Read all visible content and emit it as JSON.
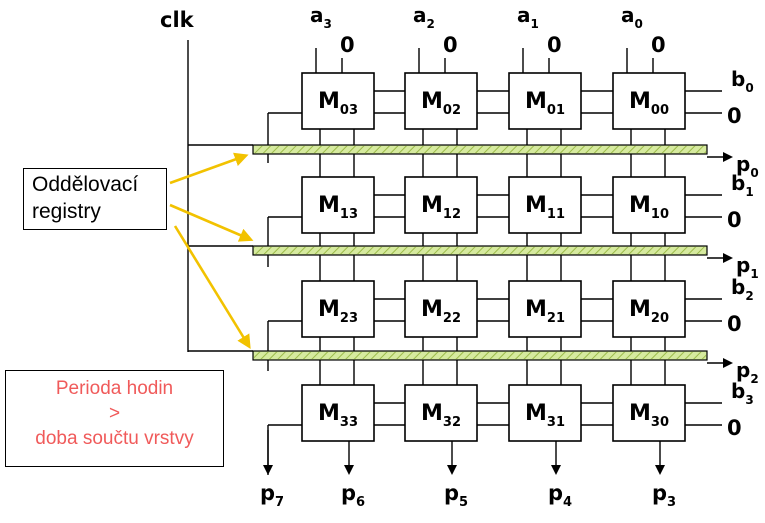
{
  "clock_label": "clk",
  "callout_lines": [
    "Oddělovací",
    "registry"
  ],
  "note_lines": [
    "Perioda hodin",
    ">",
    "doba součtu vrstvy"
  ],
  "a_inputs": [
    {
      "name": "a",
      "sub": "3",
      "zero": "0"
    },
    {
      "name": "a",
      "sub": "2",
      "zero": "0"
    },
    {
      "name": "a",
      "sub": "1",
      "zero": "0"
    },
    {
      "name": "a",
      "sub": "0",
      "zero": "0"
    }
  ],
  "rows": [
    {
      "b_name": "b",
      "b_sub": "0",
      "zero": "0",
      "cells": [
        "03",
        "02",
        "01",
        "00"
      ],
      "p_name": "p",
      "p_sub": "0"
    },
    {
      "b_name": "b",
      "b_sub": "1",
      "zero": "0",
      "cells": [
        "13",
        "12",
        "11",
        "10"
      ],
      "p_name": "p",
      "p_sub": "1"
    },
    {
      "b_name": "b",
      "b_sub": "2",
      "zero": "0",
      "cells": [
        "23",
        "22",
        "21",
        "20"
      ],
      "p_name": "p",
      "p_sub": "2"
    },
    {
      "b_name": "b",
      "b_sub": "3",
      "zero": "0",
      "cells": [
        "33",
        "32",
        "31",
        "30"
      ],
      "p_name": null,
      "p_sub": null
    }
  ],
  "cell_letter": "M",
  "bottom_outputs": [
    {
      "name": "p",
      "sub": "7"
    },
    {
      "name": "p",
      "sub": "6"
    },
    {
      "name": "p",
      "sub": "5"
    },
    {
      "name": "p",
      "sub": "4"
    },
    {
      "name": "p",
      "sub": "3"
    }
  ]
}
